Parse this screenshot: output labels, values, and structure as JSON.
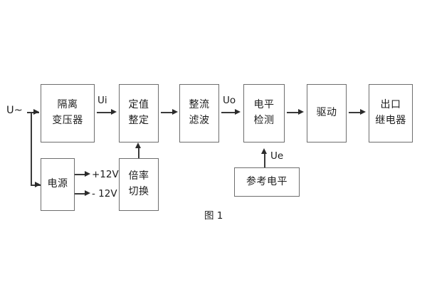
{
  "diagram": {
    "caption": "图 1",
    "background_color": "#ffffff",
    "box_border_color": "#6e6e6e",
    "line_color": "#3a3a3a",
    "text_color": "#1d1d1d",
    "input_label": "U~",
    "blocks": [
      {
        "id": "isolation-transformer",
        "lines": [
          "隔离",
          "变压器"
        ]
      },
      {
        "id": "power-supply",
        "lines": [
          "电源"
        ]
      },
      {
        "id": "setting-value",
        "lines": [
          "定值",
          "整定"
        ]
      },
      {
        "id": "multiplier-switch",
        "lines": [
          "倍率",
          "切换"
        ]
      },
      {
        "id": "rectify-filter",
        "lines": [
          "整流",
          "滤波"
        ]
      },
      {
        "id": "level-detect",
        "lines": [
          "电平",
          "检测"
        ]
      },
      {
        "id": "reference-level",
        "lines": [
          "参考电平"
        ]
      },
      {
        "id": "drive",
        "lines": [
          "驱动"
        ]
      },
      {
        "id": "output-relay",
        "lines": [
          "出口",
          "继电器"
        ]
      }
    ],
    "signal_labels": [
      {
        "id": "ui",
        "text": "Ui"
      },
      {
        "id": "uo",
        "text": "Uo"
      },
      {
        "id": "ue",
        "text": "Ue"
      }
    ],
    "rail_labels": [
      {
        "id": "rail-pos12v",
        "text": "+12V"
      },
      {
        "id": "rail-neg12v",
        "text": "- 12V"
      }
    ]
  }
}
